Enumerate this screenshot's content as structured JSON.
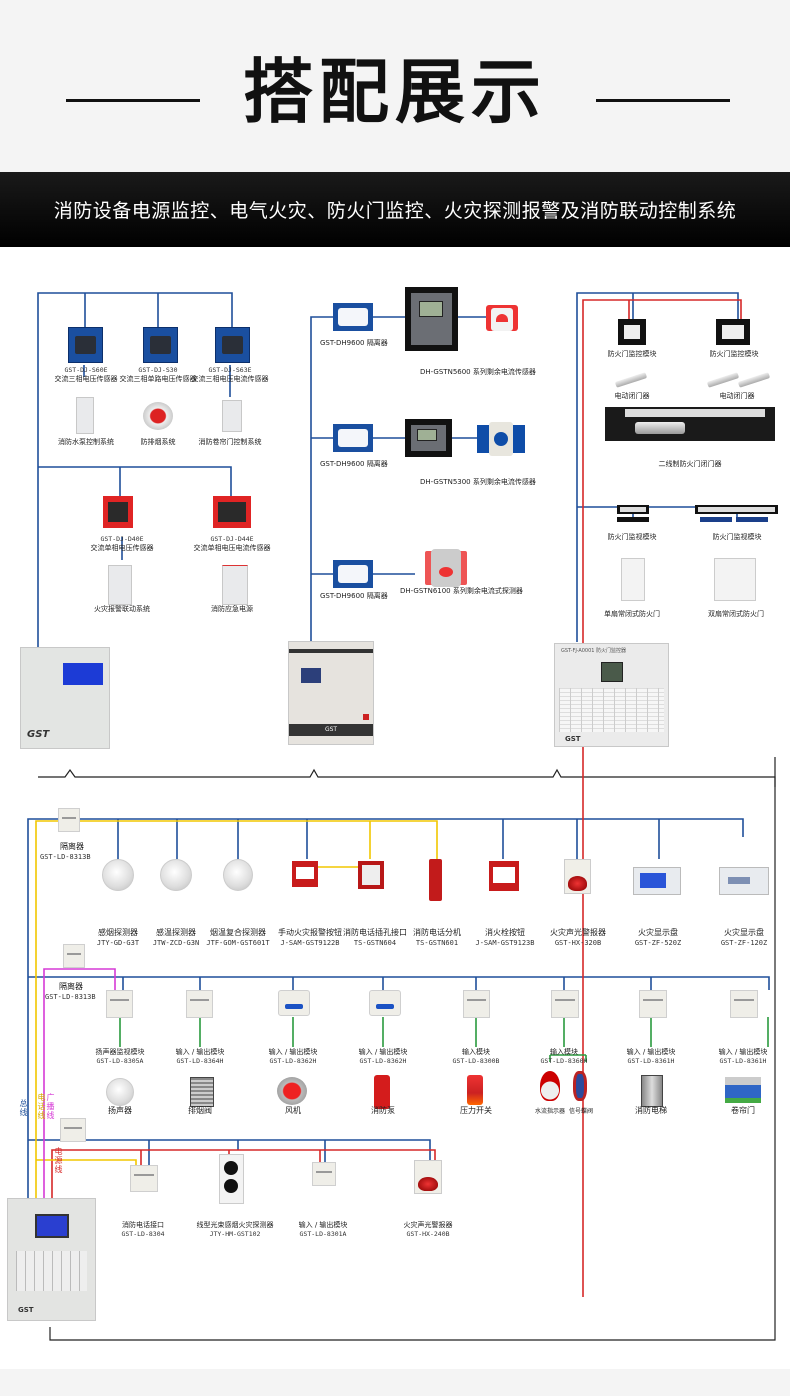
{
  "header": {
    "title": "搭配展示",
    "subtitle": "消防设备电源监控、电气火灾、防火门监控、火灾探测报警及消防联动控制系统"
  },
  "colors": {
    "bus_blue": "#1f4f9a",
    "power_red": "#d62828",
    "telephone_yellow": "#f2c700",
    "broadcast_magenta": "#d63ad6",
    "output_green": "#2a9a3e",
    "header_band": "#000000"
  },
  "power_monitoring": {
    "sensors": [
      {
        "model": "GST-DJ-S60E",
        "name": "交流三相电压传感器",
        "target": "消防水泵控制系统"
      },
      {
        "model": "GST-DJ-S30",
        "name": "交流三相单路电压传感器",
        "target": "防排烟系统"
      },
      {
        "model": "GST-DJ-S63E",
        "name": "交流三相电压电流传感器",
        "target": "消防卷帘门控制系统"
      },
      {
        "model": "GST-DJ-D40E",
        "name": "交流单相电压传感器",
        "target": "火灾报警联动系统"
      },
      {
        "model": "GST-DJ-D44E",
        "name": "交流单相电压电流传感器",
        "target": "消防应急电源"
      }
    ],
    "controller_brand": "GST"
  },
  "electrical_fire": {
    "rows": [
      {
        "isolator": "GST-DH9600 隔离器",
        "detector": "DH-GSTN5600 系列剩余电流传感器"
      },
      {
        "isolator": "GST-DH9600 隔离器",
        "detector": "DH-GSTN5300 系列剩余电流传感器"
      },
      {
        "isolator": "GST-DH9600 隔离器",
        "detector": "DH-GSTN6100 系列剩余电流式探测器"
      }
    ],
    "controller_brand": "GST"
  },
  "fire_door": {
    "items": [
      {
        "name": "防火门监控模块"
      },
      {
        "name": "防火门监控模块"
      },
      {
        "name": "电动闭门器"
      },
      {
        "name": "电动闭门器"
      },
      {
        "name": "二线制防火门闭门器"
      },
      {
        "name": "防火门监视模块"
      },
      {
        "name": "防火门监视模块"
      },
      {
        "name": "单扇常闭式防火门"
      },
      {
        "name": "双扇常闭式防火门"
      }
    ],
    "controller_label": "GST-FJ-A0001 防火门监控器",
    "controller_brand": "GST"
  },
  "alarm_system": {
    "isolator_1": {
      "name": "隔离器",
      "model": "GST-LD-8313B"
    },
    "isolator_2": {
      "name": "隔离器",
      "model": "GST-LD-8313B"
    },
    "row1": [
      {
        "name": "感烟探测器",
        "model": "JTY-GD-G3T"
      },
      {
        "name": "感温探测器",
        "model": "JTW-ZCD-G3N"
      },
      {
        "name": "烟温复合探测器",
        "model": "JTF-GOM-GST601T"
      },
      {
        "name": "手动火灾报警按钮",
        "model": "J-SAM-GST9122B"
      },
      {
        "name": "消防电话插孔接口",
        "model": "TS-GSTN604"
      },
      {
        "name": "消防电话分机",
        "model": "TS-GSTN601"
      },
      {
        "name": "消火栓按钮",
        "model": "J-SAM-GST9123B"
      },
      {
        "name": "火灾声光警报器",
        "model": "GST-HX-320B"
      },
      {
        "name": "火灾显示盘",
        "model": "GST-ZF-520Z"
      },
      {
        "name": "火灾显示盘",
        "model": "GST-ZF-120Z"
      }
    ],
    "row2": [
      {
        "name": "扬声器监视模块",
        "model": "GST-LD-8305A",
        "device": "扬声器"
      },
      {
        "name": "输入 / 输出模块",
        "model": "GST-LD-8364H",
        "device": "排烟阀"
      },
      {
        "name": "输入 / 输出模块",
        "model": "GST-LD-8362H",
        "device": "风机"
      },
      {
        "name": "输入 / 输出模块",
        "model": "GST-LD-8362H",
        "device": "消防泵"
      },
      {
        "name": "输入模块",
        "model": "GST-LD-8300B",
        "device": "压力开关"
      },
      {
        "name": "输入模块",
        "model": "GST-LD-8360H",
        "device": "水流指示器",
        "device2": "信号蝶阀"
      },
      {
        "name": "输入 / 输出模块",
        "model": "GST-LD-8361H",
        "device": "消防电梯"
      },
      {
        "name": "输入 / 输出模块",
        "model": "GST-LD-8361H",
        "device": "卷帘门"
      }
    ],
    "row3": [
      {
        "name": "消防电话接口",
        "model": "GST-LD-8304"
      },
      {
        "name": "线型光束感烟火灾探测器",
        "model": "JTY-HM-GST102"
      },
      {
        "name": "输入 / 输出模块",
        "model": "GST-LD-8301A"
      },
      {
        "name": "火灾声光警报器",
        "model": "GST-HX-240B"
      }
    ],
    "wire_labels": {
      "bus": "总线",
      "telephone": "电话线",
      "broadcast": "广播线",
      "power": "电源线"
    },
    "controller_brand": "GST"
  }
}
